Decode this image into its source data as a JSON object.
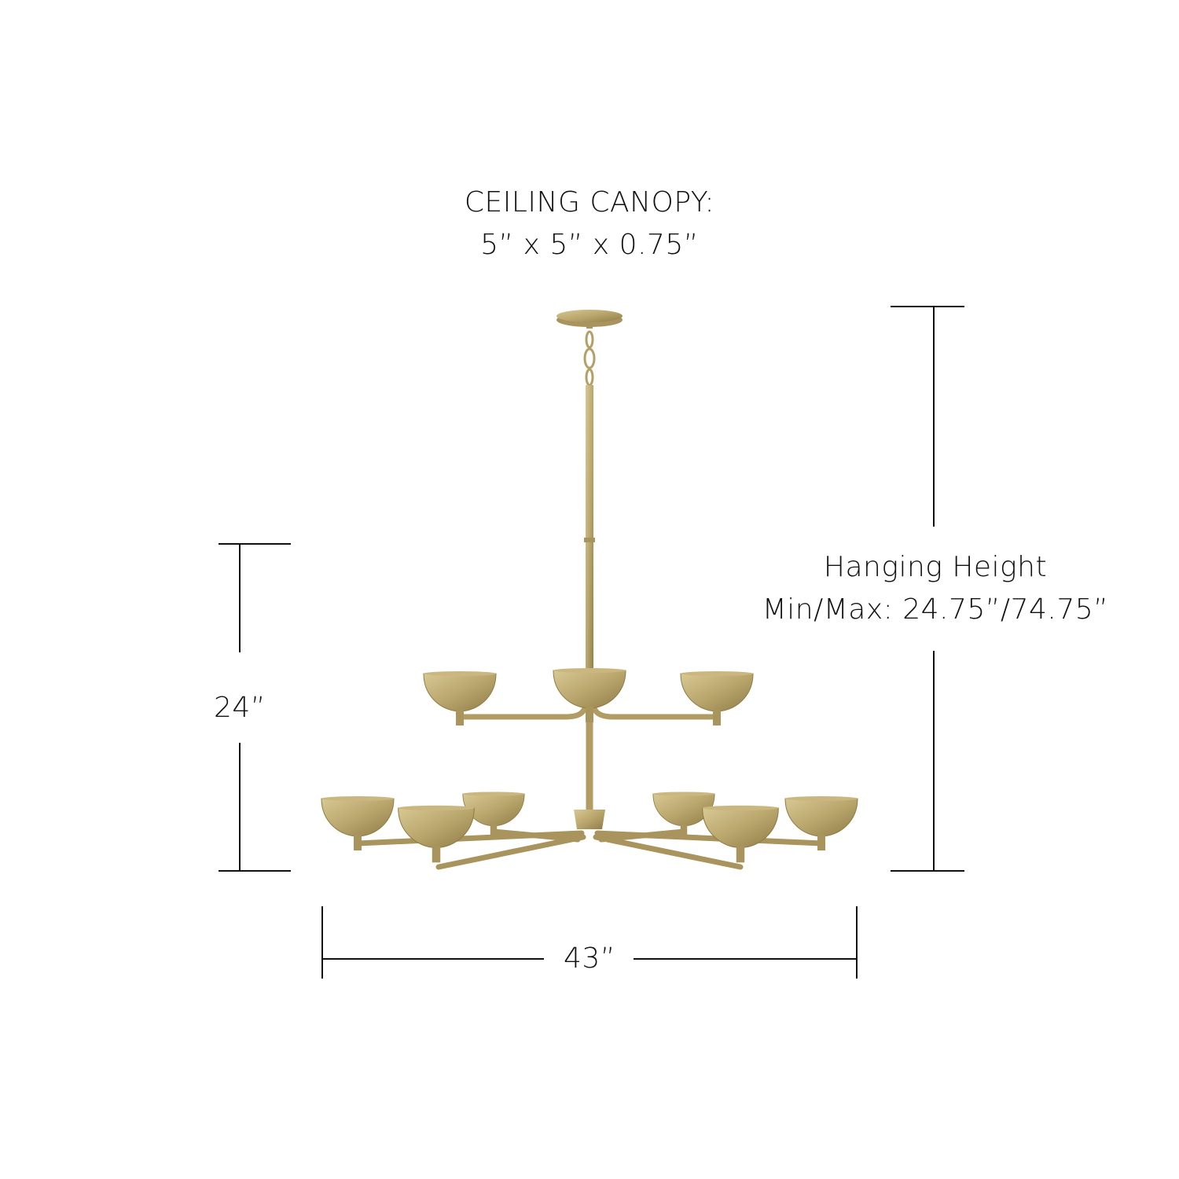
{
  "canopy": {
    "line1": "CEILING CANOPY:",
    "line2": "5” x 5” x 0.75”"
  },
  "hanging_height": {
    "line1": "Hanging Height",
    "line2": "Min/Max: 24.75”/74.75”"
  },
  "fixture_height": {
    "label": "24”"
  },
  "fixture_width": {
    "label": "43”"
  },
  "colors": {
    "finish": "#b9a66d",
    "finish_dark": "#8f7c45",
    "line": "#111111"
  }
}
